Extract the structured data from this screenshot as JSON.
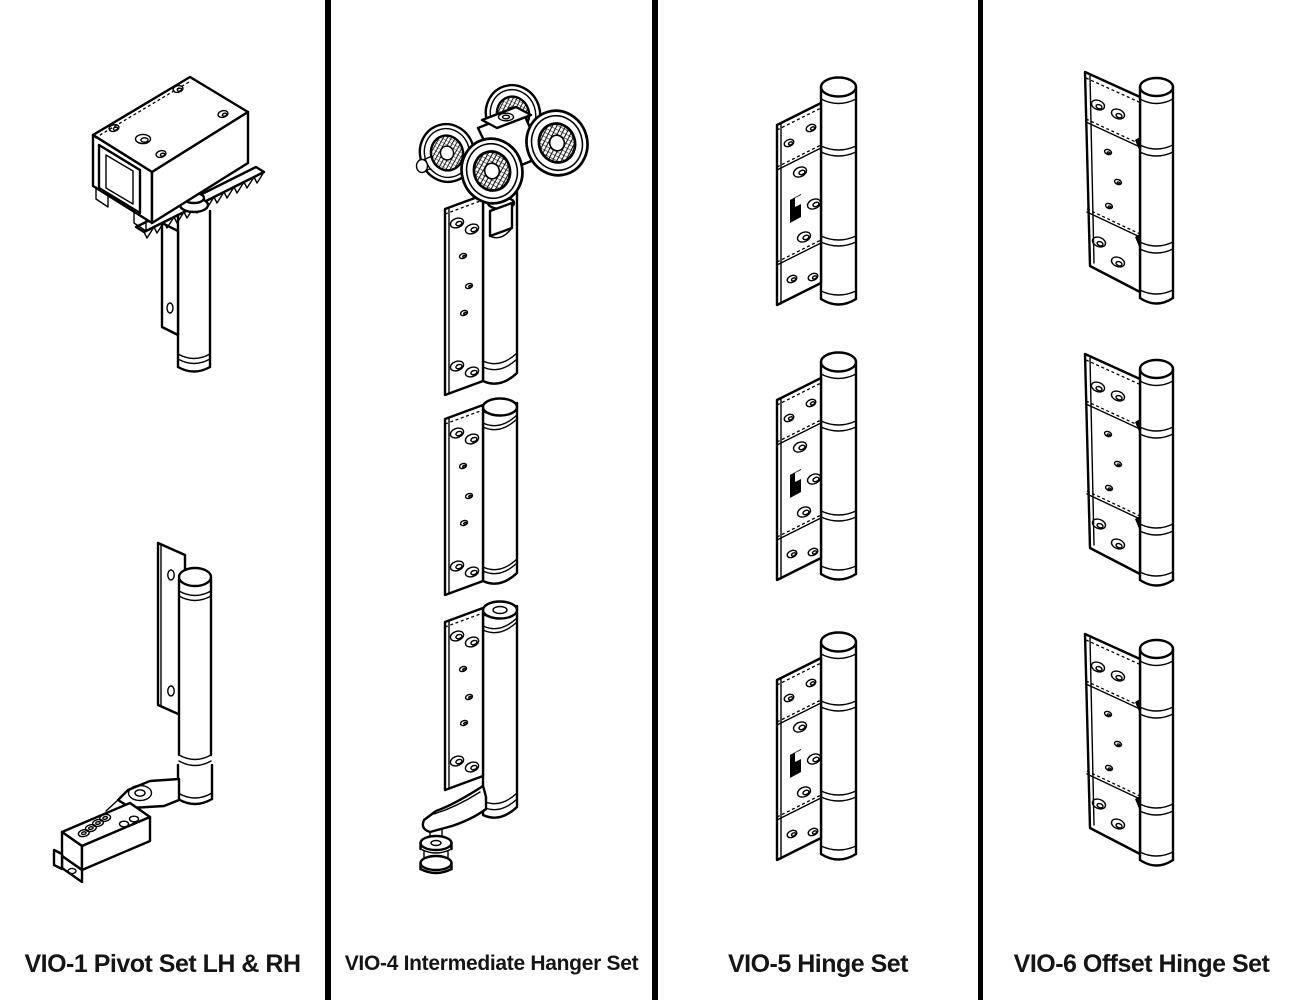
{
  "page": {
    "background_color": "#ffffff",
    "divider_color": "#000000",
    "label_color": "#151515",
    "line_art_color": "#000000"
  },
  "columns": [
    {
      "id": "vio-1",
      "label": "VIO-1 Pivot Set LH & RH",
      "drawings": [
        {
          "name": "top-pivot-assembly"
        },
        {
          "name": "bottom-pivot-assembly"
        }
      ]
    },
    {
      "id": "vio-4",
      "label": "VIO-4 Intermediate Hanger Set",
      "drawings": [
        {
          "name": "intermediate-hanger-assembly"
        }
      ]
    },
    {
      "id": "vio-5",
      "label": "VIO-5 Hinge Set",
      "drawings": [
        {
          "name": "hinge"
        },
        {
          "name": "hinge"
        },
        {
          "name": "hinge"
        }
      ]
    },
    {
      "id": "vio-6",
      "label": "VIO-6 Offset Hinge Set",
      "drawings": [
        {
          "name": "offset-hinge"
        },
        {
          "name": "offset-hinge"
        },
        {
          "name": "offset-hinge"
        }
      ]
    }
  ]
}
